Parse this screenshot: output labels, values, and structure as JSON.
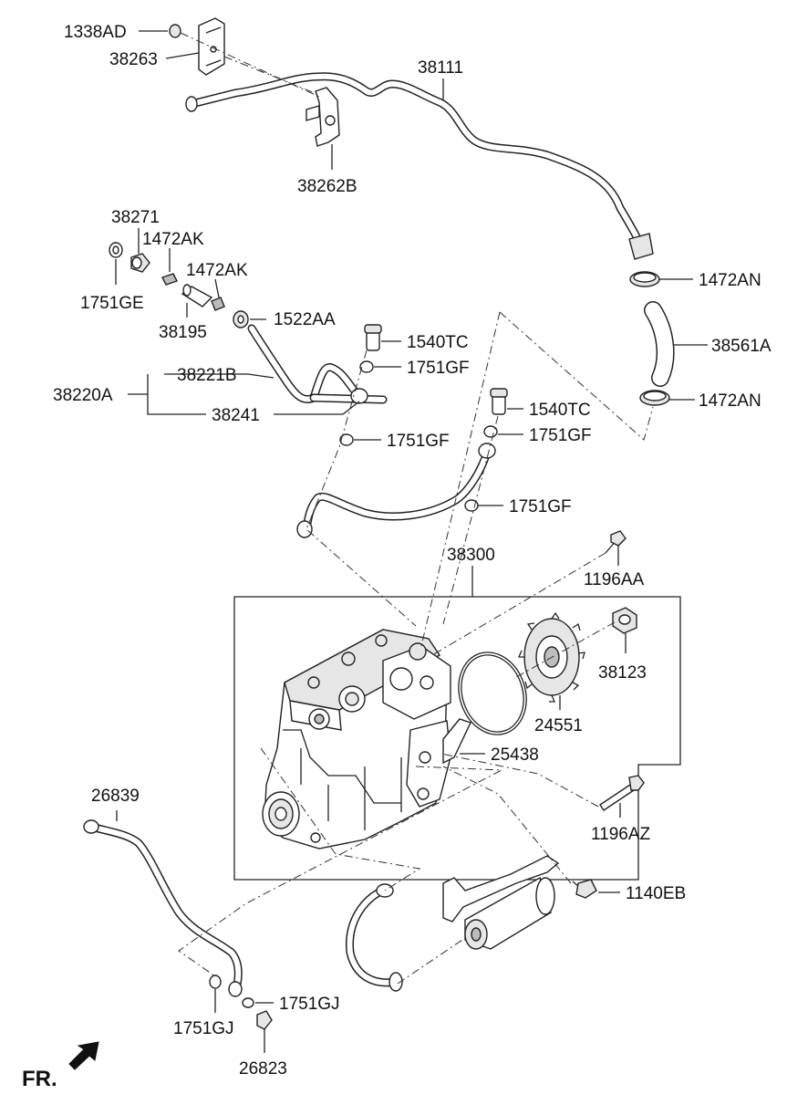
{
  "labels": {
    "l_1338AD": "1338AD",
    "l_38263": "38263",
    "l_38111": "38111",
    "l_38262B": "38262B",
    "l_38271": "38271",
    "l_1472AK_a": "1472AK",
    "l_1472AK_b": "1472AK",
    "l_1751GE": "1751GE",
    "l_38195": "38195",
    "l_1522AA": "1522AA",
    "l_1540TC_a": "1540TC",
    "l_1751GF_a": "1751GF",
    "l_38221B": "38221B",
    "l_38220A": "38220A",
    "l_38241": "38241",
    "l_1751GF_b": "1751GF",
    "l_1540TC_b": "1540TC",
    "l_1751GF_c": "1751GF",
    "l_1751GF_d": "1751GF",
    "l_1472AN_a": "1472AN",
    "l_38561A": "38561A",
    "l_1472AN_b": "1472AN",
    "l_38300": "38300",
    "l_1196AA": "1196AA",
    "l_38123": "38123",
    "l_24551": "24551",
    "l_25438": "25438",
    "l_1196AZ": "1196AZ",
    "l_1140EB": "1140EB",
    "l_26839": "26839",
    "l_1751GJ_a": "1751GJ",
    "l_1751GJ_b": "1751GJ",
    "l_26823": "26823",
    "fr": "FR."
  }
}
